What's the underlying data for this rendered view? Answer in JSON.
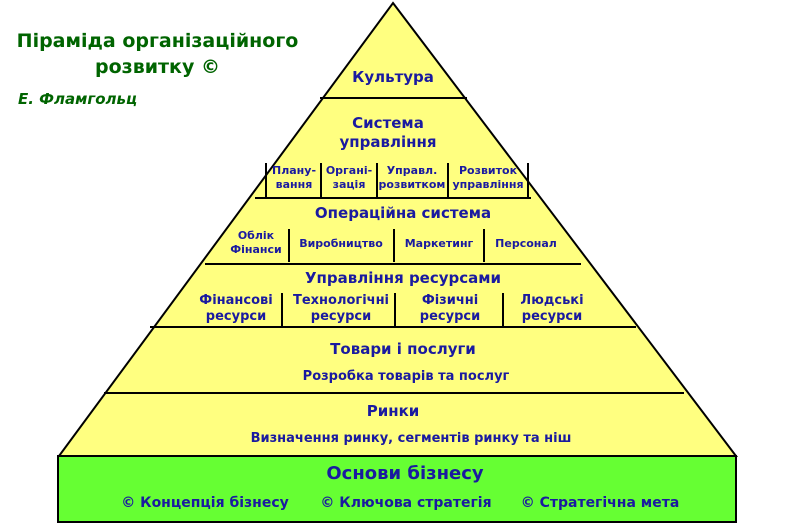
{
  "title": "Піраміда організаційного розвитку ©",
  "author": "Е. Фламгольц",
  "levels": {
    "culture": {
      "label": "Культура"
    },
    "management": {
      "label": "Система управління",
      "items": [
        "Плану-вання",
        "Органі-зація",
        "Управл. розвитком",
        "Розвиток управління"
      ]
    },
    "operations": {
      "label": "Операційна система",
      "items": [
        "Облік Фінанси",
        "Виробництво",
        "Маркетинг",
        "Персонал"
      ]
    },
    "resources": {
      "label": "Управління ресурсами",
      "items": [
        "Фінансові ресурси",
        "Технологічні ресурси",
        "Фізичні ресурси",
        "Людські ресурси"
      ]
    },
    "products": {
      "label": "Товари і послуги",
      "sublabel": "Розробка товарів та послуг"
    },
    "markets": {
      "label": "Ринки",
      "sublabel": "Визначення ринку, сегментів ринку та ніш"
    },
    "base": {
      "label": "Основи бізнесу",
      "items": [
        "© Концепція бізнесу",
        "© Ключова стратегія",
        "© Стратегічна мета"
      ]
    }
  },
  "colors": {
    "pyramid": "#ffff80",
    "base": "#66ff33",
    "text": "#1a1aa0",
    "title": "#006400"
  }
}
